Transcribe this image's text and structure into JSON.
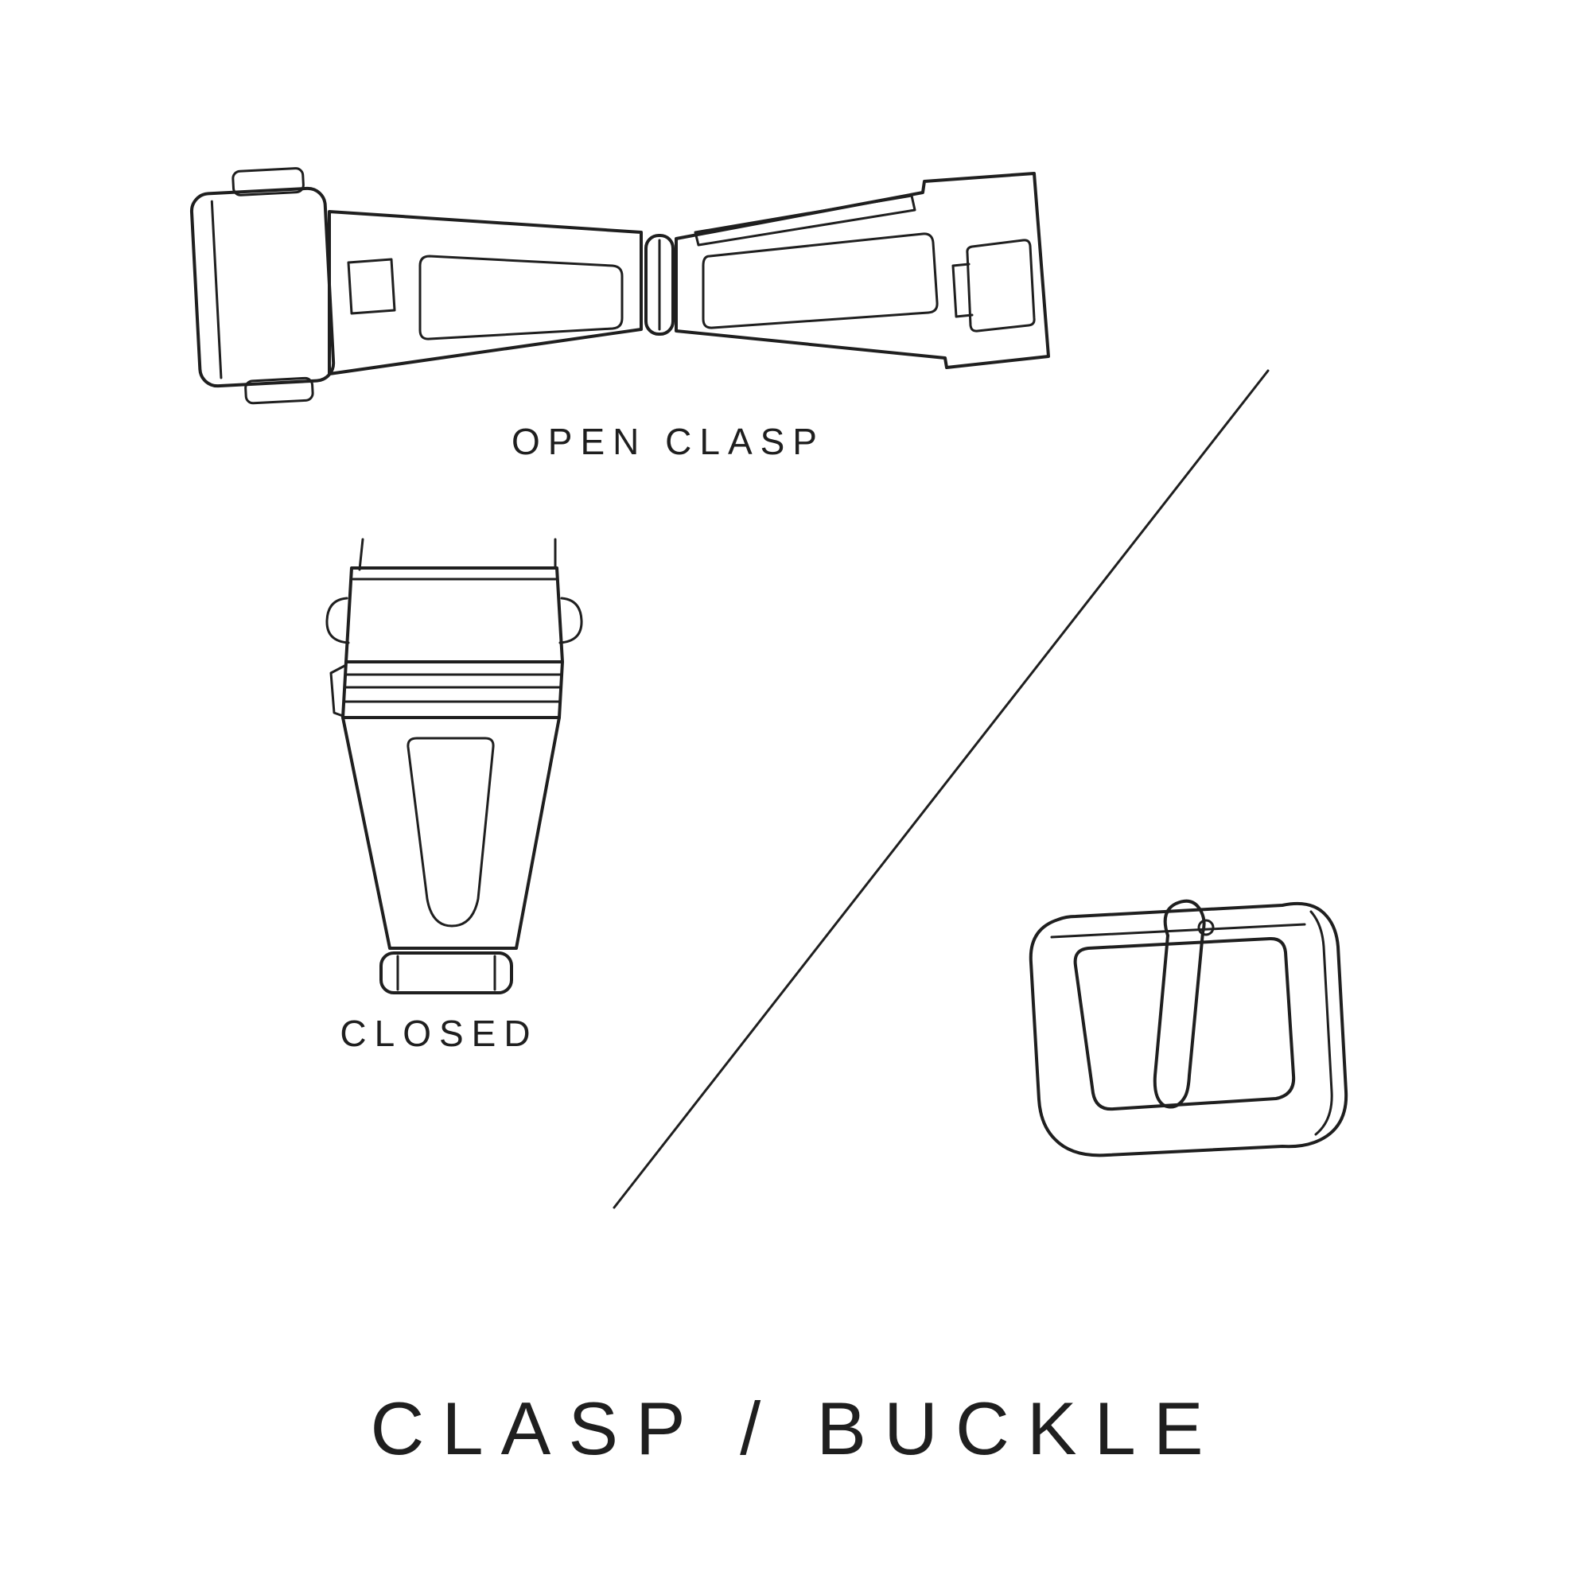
{
  "page": {
    "background_color": "#ffffff",
    "ink_color": "#1f1f1f",
    "title": "CLASP / BUCKLE"
  },
  "labels": {
    "open_clasp": "OPEN CLASP",
    "closed": "CLOSED"
  },
  "icons": [
    {
      "name": "open-clasp-illustration",
      "meaning": "deployant watch clasp shown open (top view)"
    },
    {
      "name": "closed-clasp-illustration",
      "meaning": "watch clasp shown closed (top view)"
    },
    {
      "name": "tang-buckle-illustration",
      "meaning": "watch strap tang buckle (perspective view)"
    },
    {
      "name": "diagonal-divider-line",
      "meaning": "diagonal line separating clasp examples from buckle"
    }
  ]
}
